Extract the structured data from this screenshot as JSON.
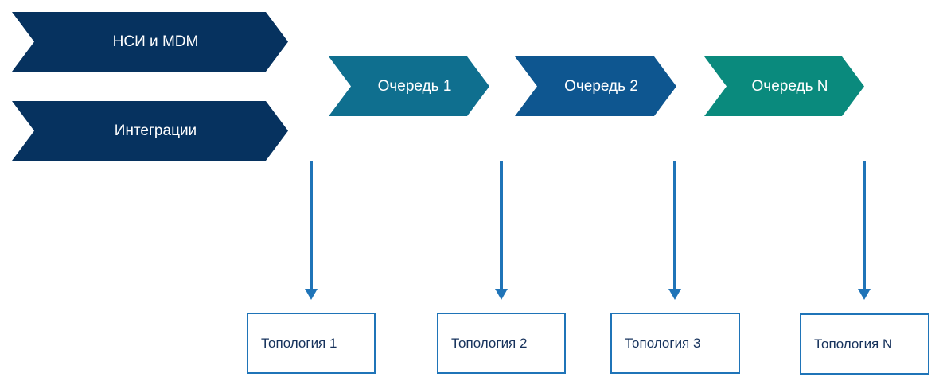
{
  "colors": {
    "main": "#06325f",
    "queue1": "#0f6f8f",
    "queue2": "#0e5690",
    "queueN": "#0a8a7d",
    "arrow": "#1f74b8",
    "box_border": "#1f74b8"
  },
  "main_stages": [
    {
      "label": "НСИ и MDM"
    },
    {
      "label": "Интеграции"
    }
  ],
  "queues": [
    {
      "label": "Очередь 1"
    },
    {
      "label": "Очередь 2"
    },
    {
      "label": "Очередь N"
    }
  ],
  "topologies": [
    {
      "label": "Топология 1"
    },
    {
      "label": "Топология 2"
    },
    {
      "label": "Топология 3"
    },
    {
      "label": "Топология N"
    }
  ]
}
